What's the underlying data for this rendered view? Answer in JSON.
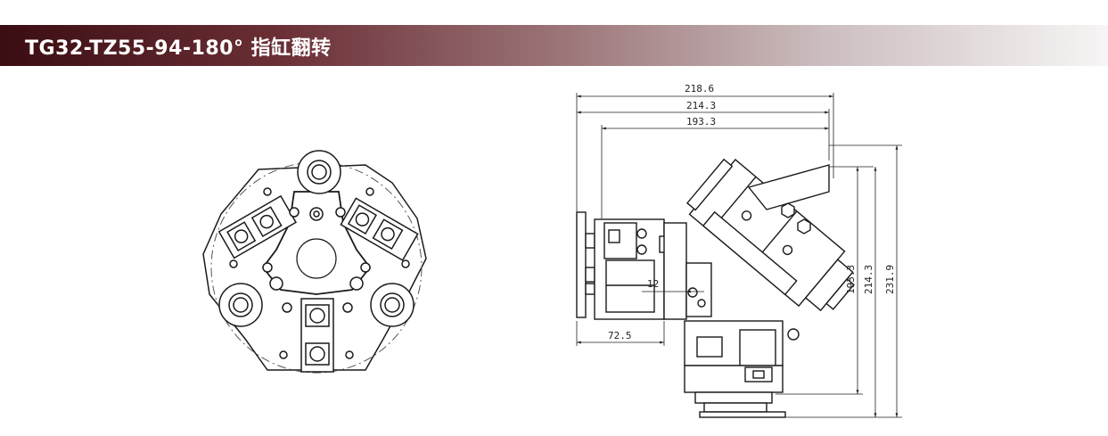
{
  "header": {
    "title": "TG32-TZ55-94-180° 指缸翻转"
  },
  "dimensions": {
    "width_overall": "218.6",
    "width_mid": "214.3",
    "width_inner": "193.3",
    "height_a": "193.3",
    "height_b": "214.3",
    "height_c": "231.9",
    "offset_small": "12",
    "offset_left": "72.5"
  }
}
